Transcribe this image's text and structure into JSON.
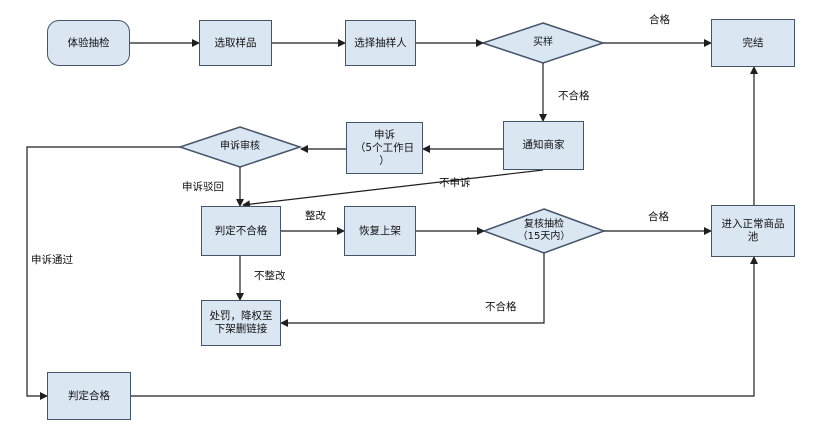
{
  "nodes": {
    "start": "体验抽检",
    "select_sample": "选取样品",
    "select_sampler": "选择抽样人",
    "purchase": "买样",
    "done": "完结",
    "notify_merchant": "通知商家",
    "appeal_5days": "申诉\n（5个工作日\n）",
    "appeal_review": "申诉审核",
    "judge_fail": "判定不合格",
    "restore_shelf": "恢复上架",
    "recheck": "复核抽检\n（15天内）",
    "enter_pool": "进入正常商品\n池",
    "penalty": "处罚，降权至\n下架删链接",
    "judge_pass": "判定合格"
  },
  "edges": {
    "purchase_pass": "合格",
    "purchase_fail": "不合格",
    "appeal_rejected": "申诉驳回",
    "no_appeal": "不申诉",
    "rectify": "整改",
    "no_rectify": "不整改",
    "recheck_pass": "合格",
    "recheck_fail": "不合格",
    "appeal_passed": "申诉通过"
  },
  "colors": {
    "fill": "#dbe6f3",
    "stroke": "#44546a",
    "line": "#1f1f1f"
  }
}
